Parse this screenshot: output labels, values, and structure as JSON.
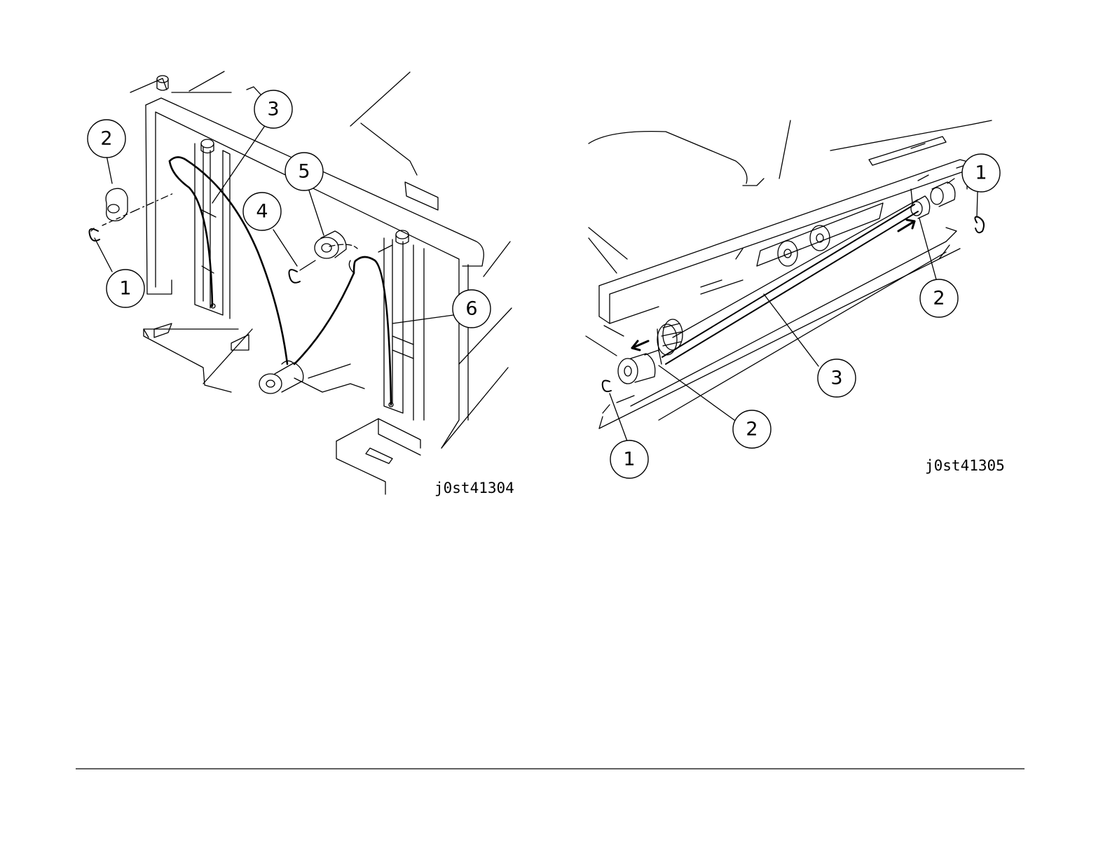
{
  "figures": [
    {
      "id": "j0st41304",
      "callouts": [
        "1",
        "2",
        "3",
        "4",
        "5",
        "6"
      ]
    },
    {
      "id": "j0st41305",
      "callouts": [
        "1",
        "1",
        "2",
        "2",
        "3"
      ]
    }
  ]
}
